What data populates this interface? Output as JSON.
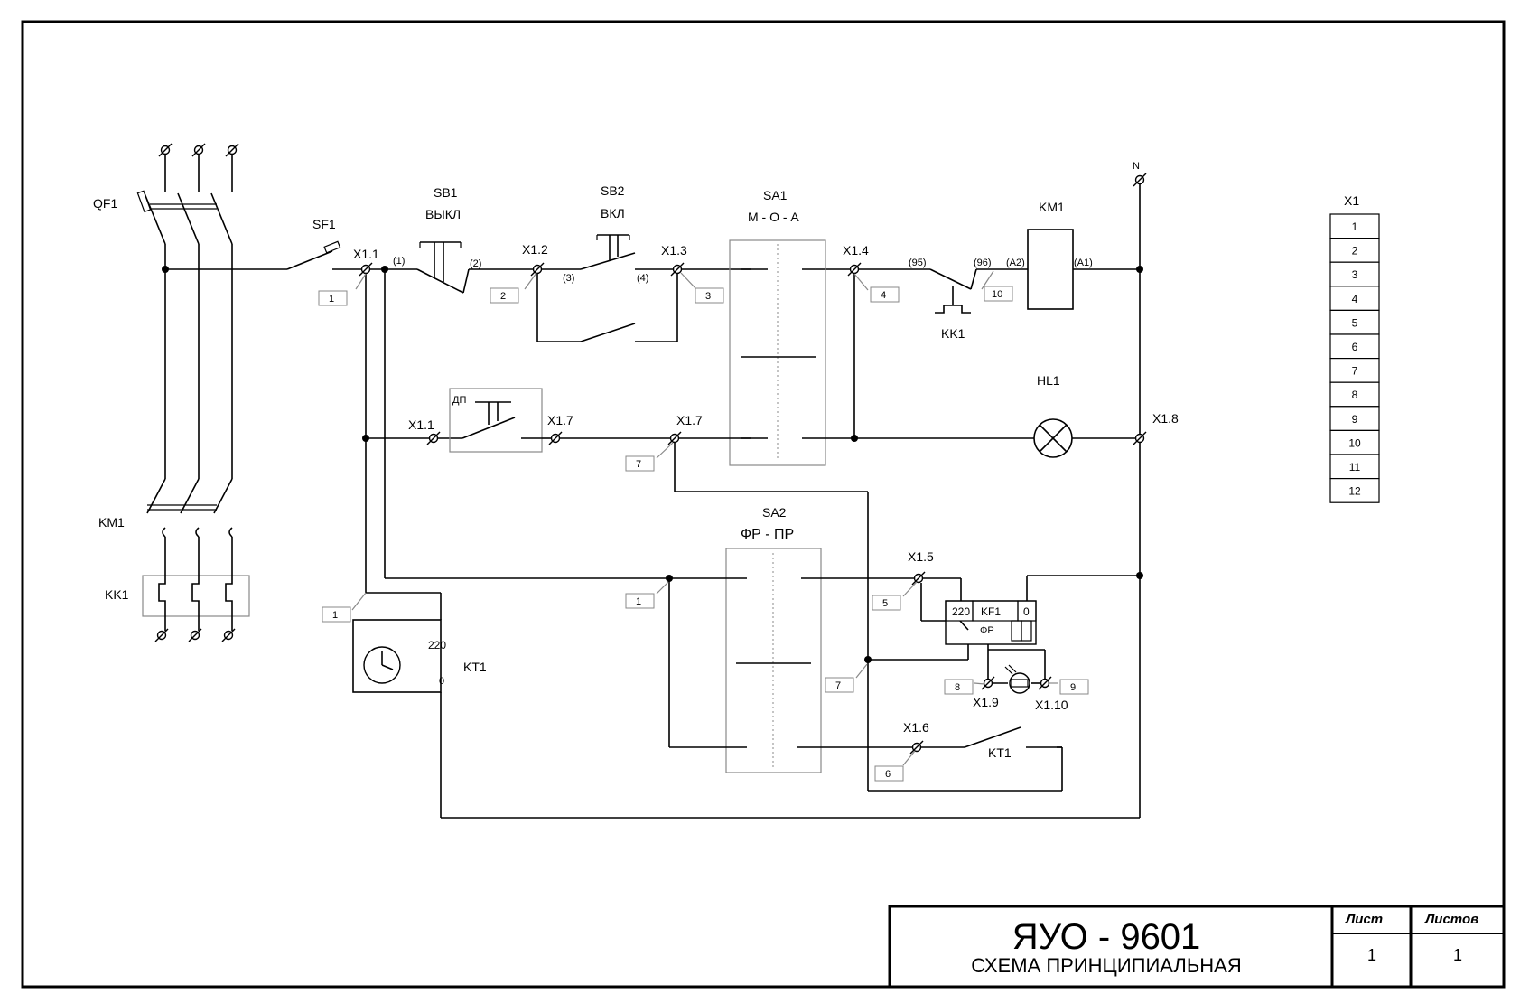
{
  "title_block": {
    "title": "ЯУО - 9601",
    "subtitle": "СХЕМА ПРИНЦИПИАЛЬНАЯ",
    "sheet_header": "Лист",
    "sheets_header": "Листов",
    "sheet_value": "1",
    "sheets_value": "1"
  },
  "components": {
    "qf1": "QF1",
    "sf1": "SF1",
    "km1_power": "KM1",
    "kk1_power": "KK1",
    "sb1": "SB1",
    "sb1_desc": "ВЫКЛ",
    "sb2": "SB2",
    "sb2_desc": "ВКЛ",
    "sa1": "SA1",
    "sa1_desc": "М - О - А",
    "km1_coil": "KM1",
    "kk1_contact": "KK1",
    "hl1": "HL1",
    "sa2": "SA2",
    "sa2_desc": "ФР - ПР",
    "kt1_timer": "KT1",
    "kt1_contact": "KT1",
    "kf1": "KF1",
    "kf1_220": "220",
    "kf1_0": "0",
    "fr": "ФР",
    "dp": "ДП",
    "kt1_220": "220",
    "kt1_0": "0",
    "neutral": "N"
  },
  "terminal_labels": {
    "x11a": "X1.1",
    "x12": "X1.2",
    "x13": "X1.3",
    "x14": "X1.4",
    "x11b": "X1.1",
    "x17a": "X1.7",
    "x17b": "X1.7",
    "x18": "X1.8",
    "x15": "X1.5",
    "x19": "X1.9",
    "x110": "X1.10",
    "x16": "X1.6"
  },
  "pin_labels": {
    "p1": "(1)",
    "p2": "(2)",
    "p3": "(3)",
    "p4": "(4)",
    "p95": "(95)",
    "p96": "(96)",
    "pa2": "(A2)",
    "pa1": "(A1)"
  },
  "wire_numbers": {
    "w1a": "1",
    "w2": "2",
    "w3": "3",
    "w4": "4",
    "w10": "10",
    "w7a": "7",
    "w1b": "1",
    "w1c": "1",
    "w5": "5",
    "w7b": "7",
    "w8": "8",
    "w9": "9",
    "w6": "6"
  },
  "terminal_block": {
    "title": "X1",
    "rows": [
      "1",
      "2",
      "3",
      "4",
      "5",
      "6",
      "7",
      "8",
      "9",
      "10",
      "11",
      "12"
    ]
  }
}
